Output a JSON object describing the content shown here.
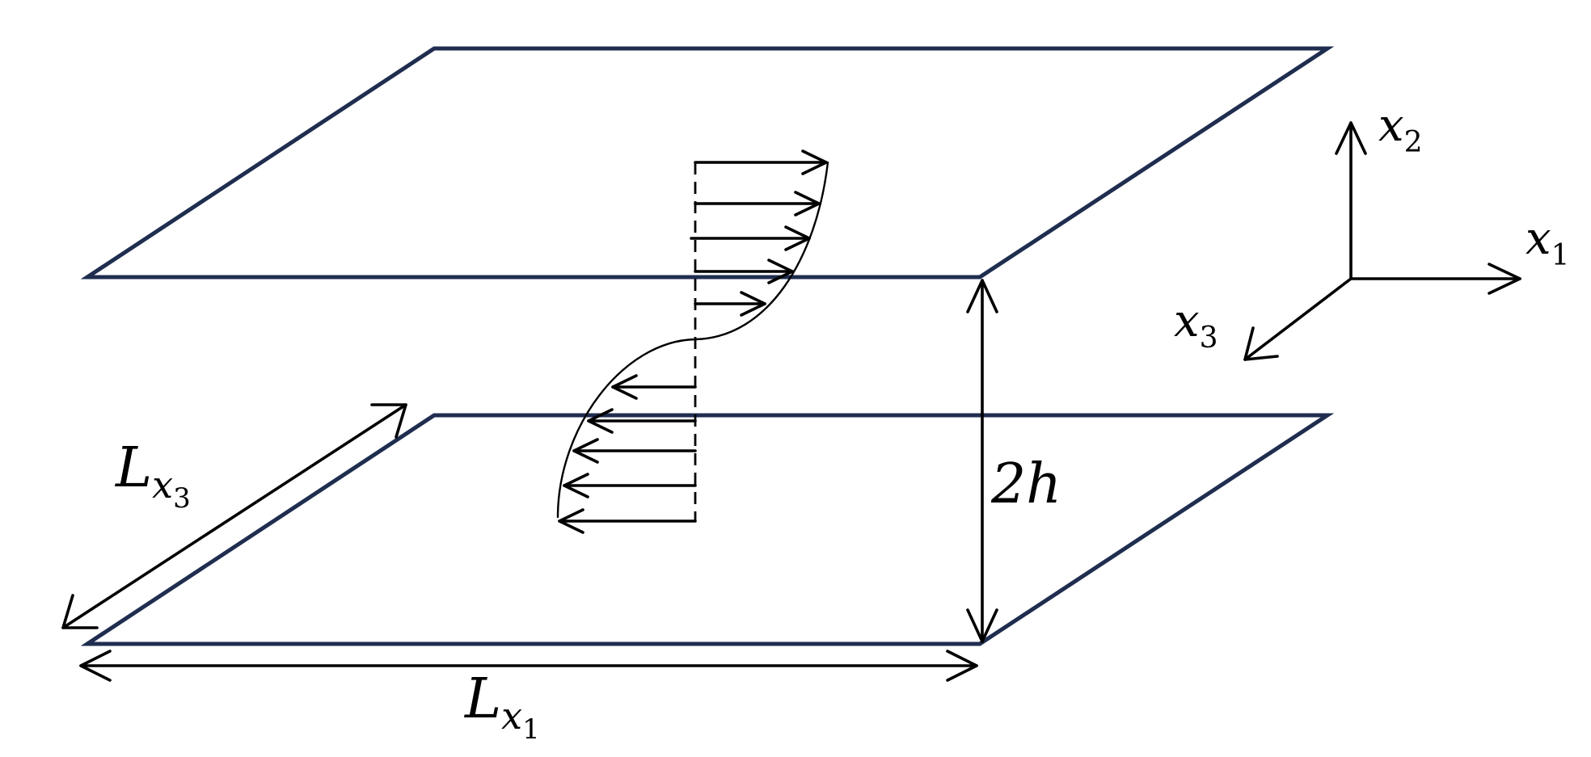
{
  "labels": {
    "x1": {
      "var": "x",
      "sub": "1"
    },
    "x2": {
      "var": "x",
      "sub": "2"
    },
    "x3": {
      "var": "x",
      "sub": "3"
    },
    "height": "2h",
    "Lx1": {
      "var": "L",
      "sub_var": "x",
      "sub_idx": "1"
    },
    "Lx3": {
      "var": "L",
      "sub_var": "x",
      "sub_idx": "3"
    }
  },
  "colors": {
    "plate_edge": "#1f2d4f",
    "lines": "#000000",
    "background": "#ffffff"
  }
}
